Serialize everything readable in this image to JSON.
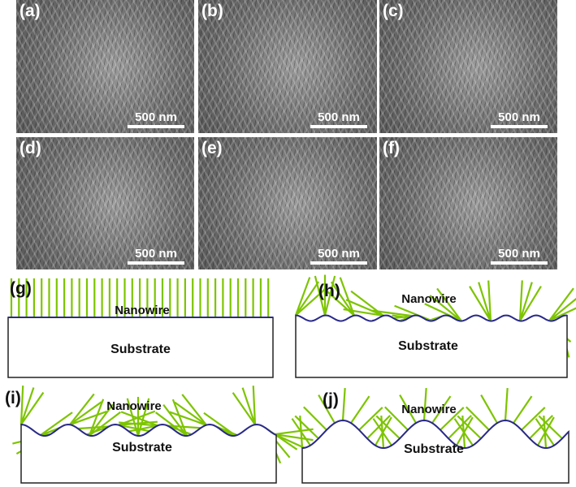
{
  "sem_panels": [
    {
      "label": "(a)",
      "scale": "500 nm"
    },
    {
      "label": "(b)",
      "scale": "500 nm"
    },
    {
      "label": "(c)",
      "scale": "500 nm"
    },
    {
      "label": "(d)",
      "scale": "500 nm"
    },
    {
      "label": "(e)",
      "scale": "500 nm"
    },
    {
      "label": "(f)",
      "scale": "500 nm"
    }
  ],
  "schematics": [
    {
      "label": "(g)",
      "top": "Nanowire",
      "bottom": "Substrate"
    },
    {
      "label": "(h)",
      "top": "Nanowire",
      "bottom": "Substrate"
    },
    {
      "label": "(i)",
      "top": "Nanowire",
      "bottom": "Substrate"
    },
    {
      "label": "(j)",
      "top": "Nanowire",
      "bottom": "Substrate"
    }
  ],
  "colors": {
    "nanowire": "#7dc400",
    "substrate_edge": "#2a2a8a"
  }
}
